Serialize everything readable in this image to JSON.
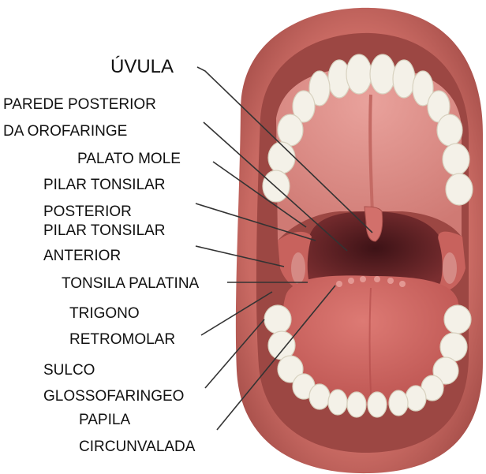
{
  "labels": {
    "uvula": "ÚVULA",
    "posterior_wall_1": "PAREDE POSTERIOR",
    "posterior_wall_2": "DA OROFARINGE",
    "soft_palate": "PALATO MOLE",
    "posterior_pillar_1": "PILAR TONSILAR",
    "posterior_pillar_2": "POSTERIOR",
    "anterior_pillar_1": "PILAR TONSILAR",
    "anterior_pillar_2": "ANTERIOR",
    "palatine_tonsil": "TONSILA PALATINA",
    "retromolar_1": "TRIGONO",
    "retromolar_2": "RETROMOLAR",
    "glossopharyngeal_1": "SULCO",
    "glossopharyngeal_2": "GLOSSOFARINGEO",
    "papilla_1": "PAPILA",
    "papilla_2": "CIRCUNVALADA"
  },
  "colors": {
    "lips": "#b95a55",
    "lip_highlight": "#d9857e",
    "palate": "#d88a85",
    "throat": "#5a1f22",
    "tongue": "#c9605c",
    "teeth": "#f3f0e6",
    "leader_line": "#333333"
  }
}
